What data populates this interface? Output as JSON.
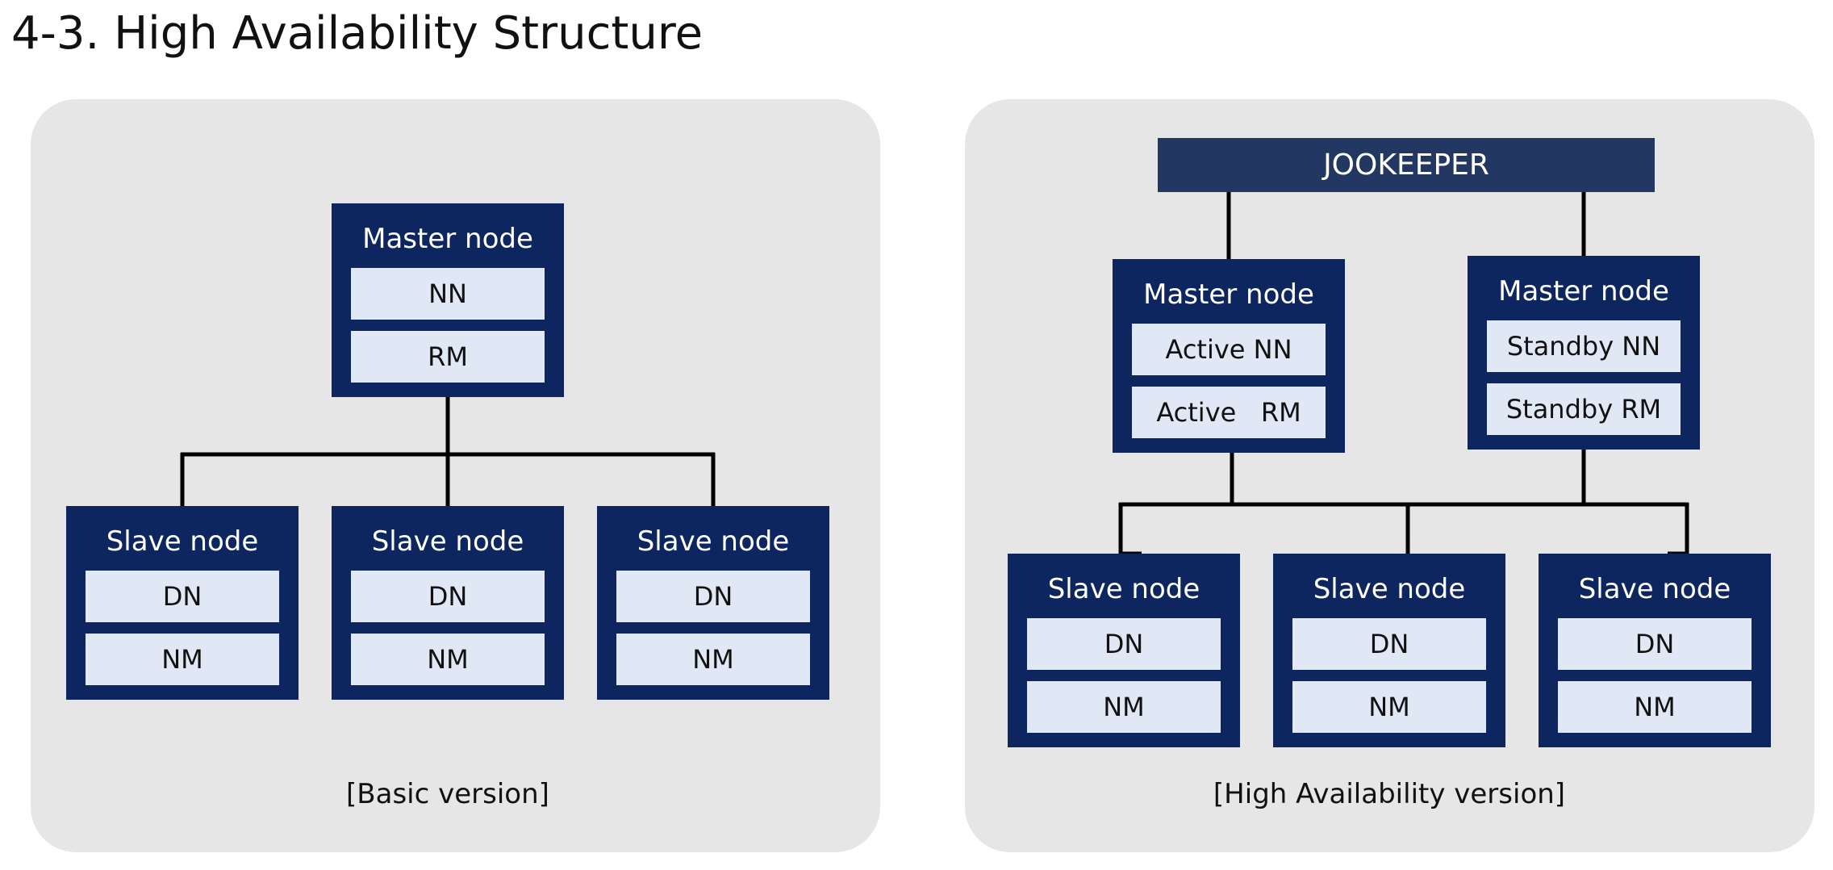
{
  "title": "4-3. High Availability Structure",
  "basic": {
    "caption": "[Basic version]",
    "master": {
      "title": "Master node",
      "components": [
        "NN",
        "RM"
      ]
    },
    "slaves": [
      {
        "title": "Slave node",
        "components": [
          "DN",
          "NM"
        ]
      },
      {
        "title": "Slave node",
        "components": [
          "DN",
          "NM"
        ]
      },
      {
        "title": "Slave node",
        "components": [
          "DN",
          "NM"
        ]
      }
    ]
  },
  "ha": {
    "caption": "[High Availability version]",
    "coordinator": "JOOKEEPER",
    "masters": [
      {
        "title": "Master node",
        "components": [
          "Active NN",
          "Active   RM"
        ]
      },
      {
        "title": "Master node",
        "components": [
          "Standby NN",
          "Standby RM"
        ]
      }
    ],
    "slaves": [
      {
        "title": "Slave node",
        "components": [
          "DN",
          "NM"
        ]
      },
      {
        "title": "Slave node",
        "components": [
          "DN",
          "NM"
        ]
      },
      {
        "title": "Slave node",
        "components": [
          "DN",
          "NM"
        ]
      }
    ]
  },
  "colors": {
    "panel": "#e6e6e6",
    "node": "#0e2660",
    "component": "#dfe8f4",
    "coordinator": "#223762",
    "connector": "#000000"
  }
}
